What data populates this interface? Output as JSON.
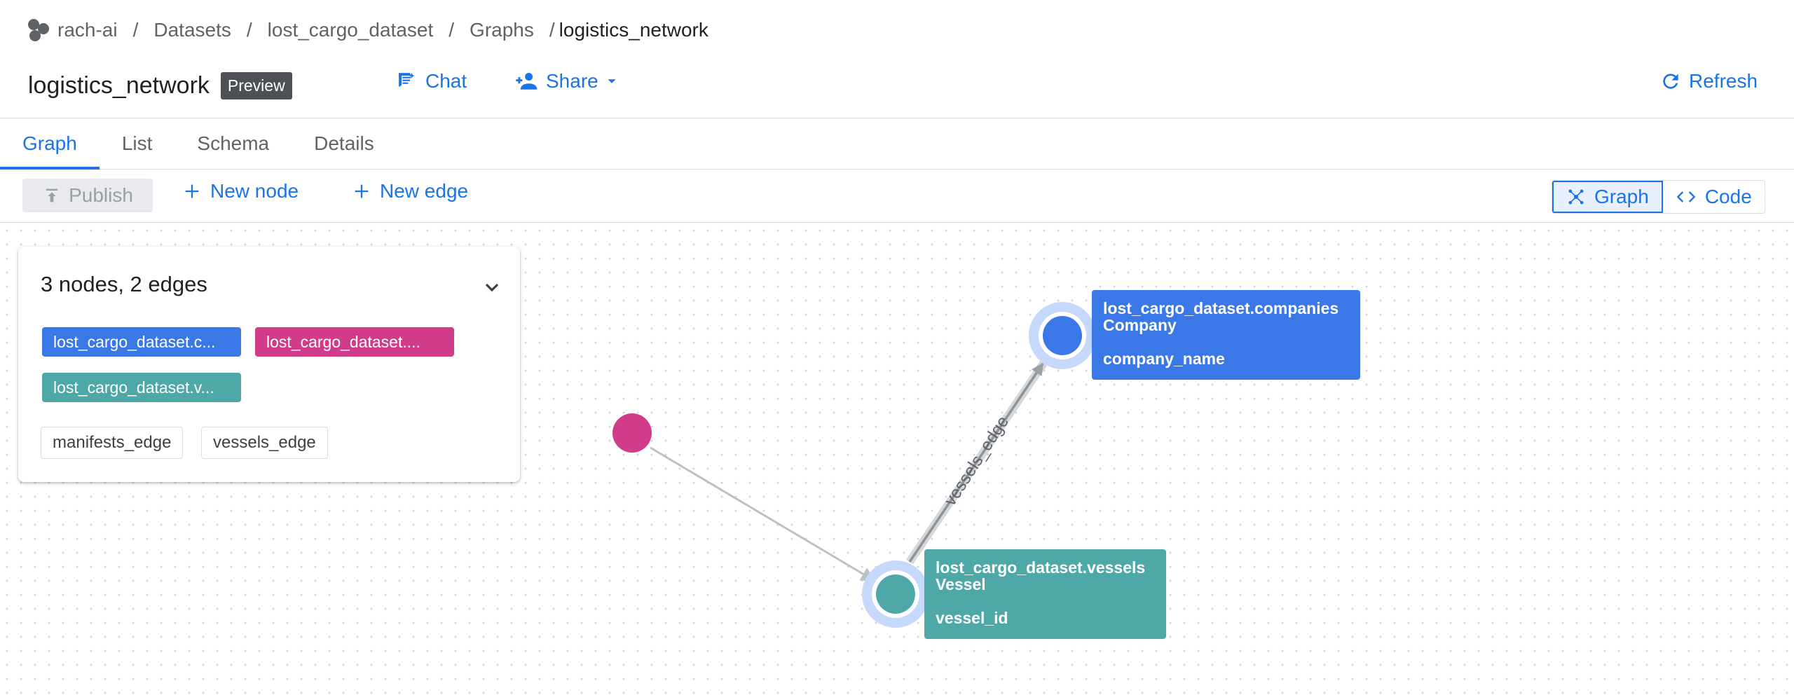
{
  "breadcrumb": {
    "items": [
      "rach-ai",
      "Datasets",
      "lost_cargo_dataset",
      "Graphs"
    ],
    "current": "logistics_network",
    "separator": "/"
  },
  "header": {
    "title": "logistics_network",
    "badge": "Preview",
    "chat_label": "Chat",
    "share_label": "Share",
    "refresh_label": "Refresh"
  },
  "tabs": [
    {
      "label": "Graph",
      "active": true
    },
    {
      "label": "List",
      "active": false
    },
    {
      "label": "Schema",
      "active": false
    },
    {
      "label": "Details",
      "active": false
    }
  ],
  "toolbar": {
    "publish_label": "Publish",
    "new_node_label": "New node",
    "new_edge_label": "New edge",
    "view_graph_label": "Graph",
    "view_code_label": "Code"
  },
  "summary": {
    "title": "3 nodes, 2 edges",
    "node_chips": [
      {
        "label": "lost_cargo_dataset.c...",
        "color": "#3b78e7"
      },
      {
        "label": "lost_cargo_dataset....",
        "color": "#d03b8a"
      },
      {
        "label": "lost_cargo_dataset.v...",
        "color": "#4fa8a8"
      }
    ],
    "edge_chips": [
      "manifests_edge",
      "vessels_edge"
    ]
  },
  "graph": {
    "nodes": {
      "company": {
        "table": "lost_cargo_dataset.companies",
        "label": "Company",
        "key": "company_name",
        "color": "#3b78e7"
      },
      "vessel": {
        "table": "lost_cargo_dataset.vessels",
        "label": "Vessel",
        "key": "vessel_id",
        "color": "#4fa8a8"
      },
      "manifest": {
        "color": "#d03b8a"
      }
    },
    "edges": {
      "vessels_edge": {
        "label": "vessels_edge"
      }
    }
  },
  "colors": {
    "accent": "#1a73e8",
    "halo": "#c6d9fb"
  }
}
